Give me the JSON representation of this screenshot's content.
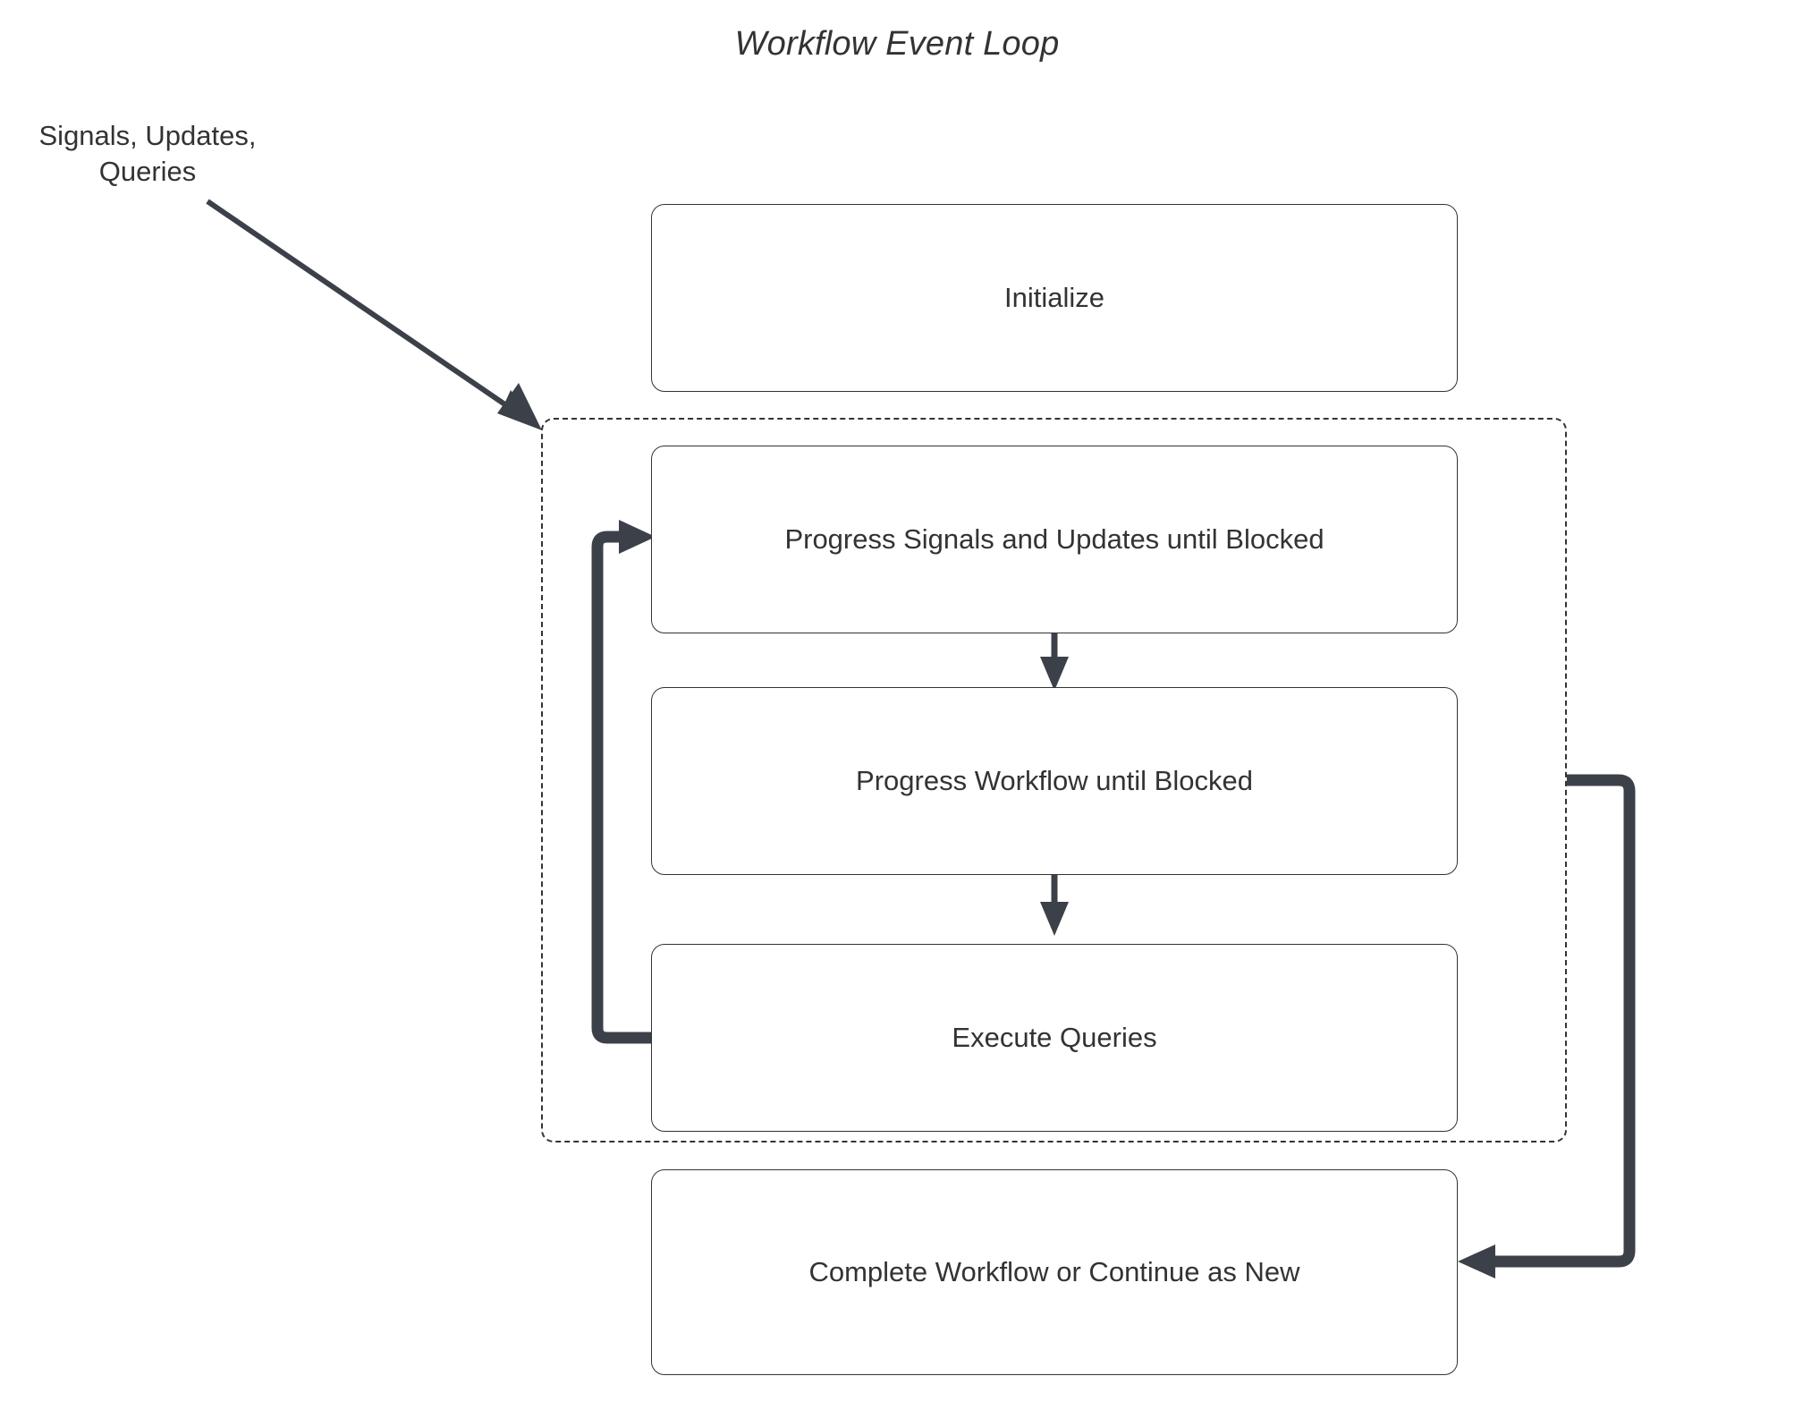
{
  "diagram": {
    "title": "Workflow Event Loop",
    "colors": {
      "text": "#333333",
      "node_border": "#333333",
      "node_fill": "#ffffff",
      "edge": "#3c4149",
      "container_border": "#333333",
      "background": "#ffffff"
    },
    "external_label": {
      "line1": "Signals, Updates,",
      "line2": "Queries"
    },
    "nodes": [
      {
        "id": "initialize",
        "label": "Initialize"
      },
      {
        "id": "progress-signals",
        "label": "Progress Signals and Updates until Blocked"
      },
      {
        "id": "progress-workflow",
        "label": "Progress Workflow until Blocked"
      },
      {
        "id": "execute-queries",
        "label": "Execute Queries"
      },
      {
        "id": "complete-workflow",
        "label": "Complete Workflow or Continue as New"
      }
    ],
    "container": {
      "id": "event-loop-group",
      "style": "dashed"
    },
    "edges": [
      {
        "from": "signals-updates-queries-label",
        "to": "event-loop-group",
        "style": "diagonal-arrow"
      },
      {
        "from": "progress-signals",
        "to": "progress-workflow",
        "style": "down-arrow"
      },
      {
        "from": "progress-workflow",
        "to": "execute-queries",
        "style": "down-arrow"
      },
      {
        "from": "execute-queries",
        "to": "progress-signals",
        "style": "loop-back-left"
      },
      {
        "from": "event-loop-group",
        "to": "complete-workflow",
        "style": "loop-out-right"
      }
    ]
  }
}
